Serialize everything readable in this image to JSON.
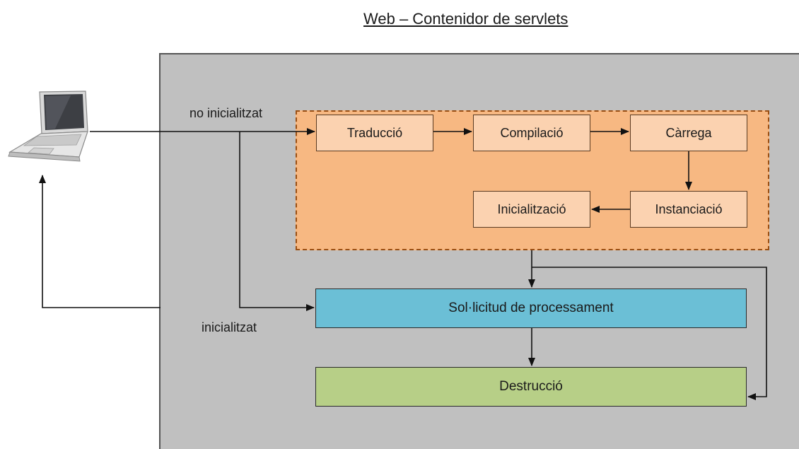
{
  "title": "Web – Contenidor de servlets",
  "steps": {
    "traduccio": "Traducció",
    "compilacio": "Compilació",
    "carrega": "Càrrega",
    "instanciacio": "Instanciació",
    "inicialitzacio": "Inicialització"
  },
  "processing": "Sol·licitud de processament",
  "destruction": "Destrucció",
  "labels": {
    "not_initialized": "no inicialitzat",
    "initialized": "inicialitzat"
  },
  "icons": {
    "client": "laptop-icon"
  },
  "colors": {
    "container": "#c0c0c0",
    "init_group": "#f7b882",
    "init_group_border": "#9a4e12",
    "step_fill": "#fbd2b0",
    "processing_fill": "#6bbfd6",
    "destruction_fill": "#b7cf87"
  }
}
